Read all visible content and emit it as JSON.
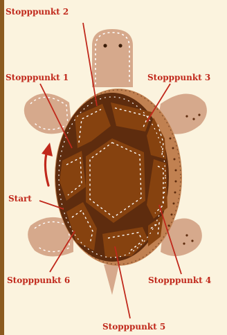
{
  "colors": {
    "background": "#fbf3de",
    "border": "#8b5a1f",
    "label": "#c0281b",
    "leader_line": "#c0281b",
    "limb": "#d6a98c",
    "shell_outer": "#c18151",
    "shell_dark": "#5e2c0e",
    "shell_plate": "#86420f",
    "stitch": "#ffffff"
  },
  "labels": {
    "start": "Start",
    "stop1": "Stopppunkt 1",
    "stop2": "Stopppunkt 2",
    "stop3": "Stopppunkt 3",
    "stop4": "Stopppunkt 4",
    "stop5": "Stopppunkt 5",
    "stop6": "Stopppunkt 6"
  },
  "icons": {
    "direction": "curved-arrow-up-icon"
  }
}
